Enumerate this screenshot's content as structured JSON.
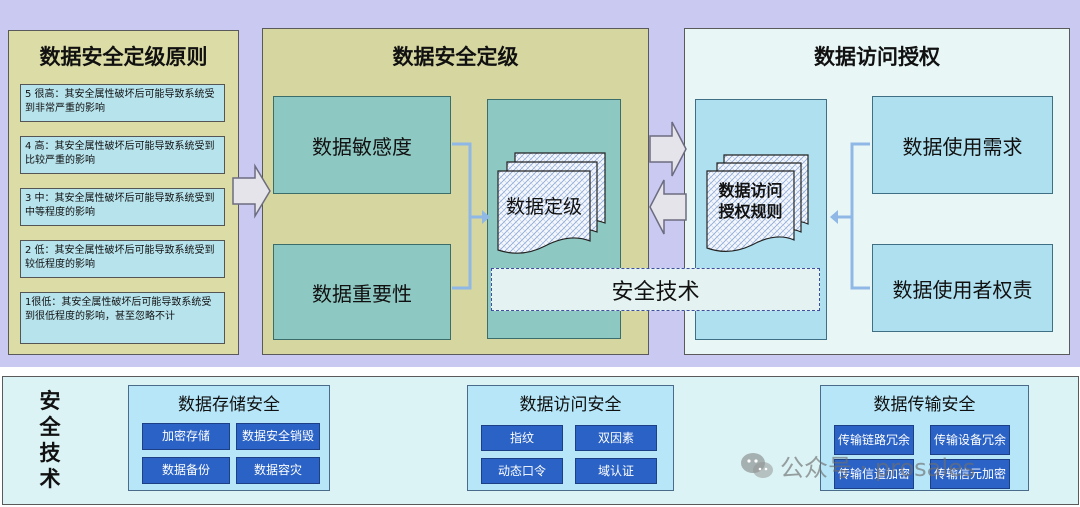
{
  "left": {
    "title": "数据安全定级原则",
    "levels": [
      "5 很高：其安全属性破坏后可能导致系统受到非常严重的影响",
      "4 高：其安全属性破坏后可能导致系统受到比较严重的影响",
      "3 中：其安全属性破坏后可能导致系统受到中等程度的影响",
      "2 低：其安全属性破坏后可能导致系统受到较低程度的影响",
      "1很低：其安全属性破坏后可能导致系统受到很低程度的影响，甚至忽略不计"
    ]
  },
  "middle": {
    "title": "数据安全定级",
    "sensitivity": "数据敏感度",
    "importance": "数据重要性",
    "doc": "数据定级"
  },
  "right": {
    "title": "数据访问授权",
    "rule_line1": "数据访问",
    "rule_line2": "授权规则",
    "demand": "数据使用需求",
    "duty": "数据使用者权责"
  },
  "security_tech": "安全技术",
  "bottom": {
    "title_chars": [
      "安",
      "全",
      "技",
      "术"
    ],
    "groups": [
      {
        "title": "数据存储安全",
        "items": [
          "加密存储",
          "数据安全销毁",
          "数据备份",
          "数据容灾"
        ]
      },
      {
        "title": "数据访问安全",
        "items": [
          "指纹",
          "双因素",
          "动态口令",
          "域认证"
        ]
      },
      {
        "title": "数据传输安全",
        "items": [
          "传输链路冗余",
          "传输设备冗余",
          "传输信道加密",
          "传输信元加密"
        ]
      }
    ]
  },
  "watermark": "公众号 · prosales",
  "colors": {
    "frame": "#c9c9f2",
    "principle_panel": "#dcdca6",
    "grading_panel": "#d6d6a0",
    "auth_panel": "#e8f6f6",
    "teal_box": "#8ec8c2",
    "blue_box": "#aee0f0",
    "chip": "#2a62c6",
    "connector": "#8fb8e6"
  }
}
